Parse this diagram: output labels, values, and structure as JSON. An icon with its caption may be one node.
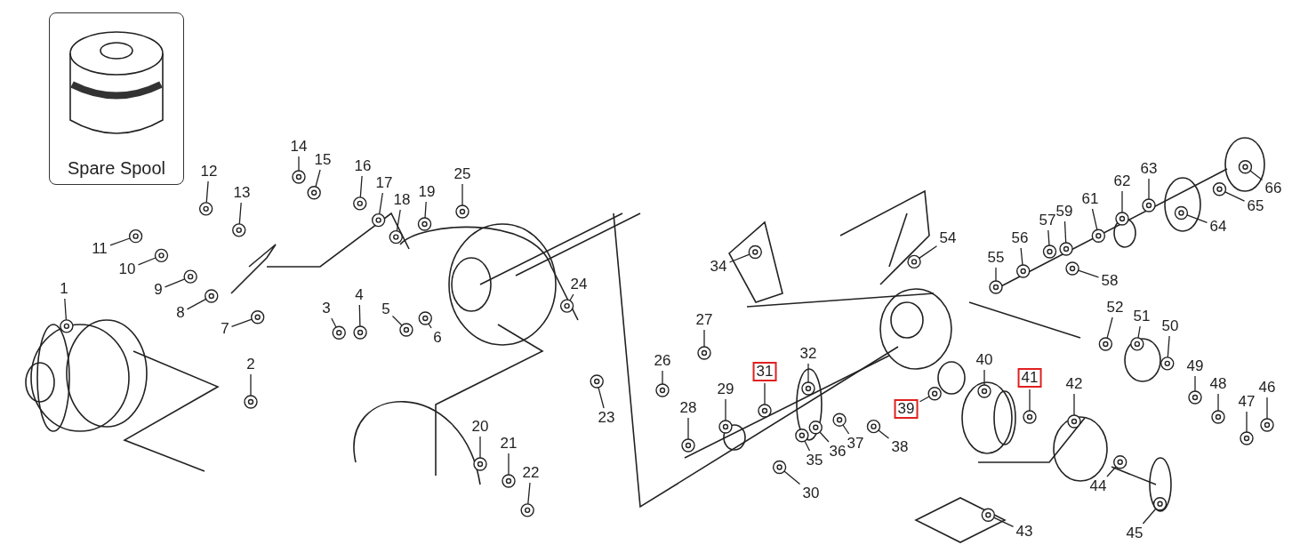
{
  "diagram": {
    "nodes": [
      {
        "text": [
          "Spare Spool"
        ]
      },
      {
        "text": [
          "1"
        ]
      },
      {
        "text": [
          "2"
        ]
      },
      {
        "text": [
          "3"
        ]
      },
      {
        "text": [
          "4"
        ]
      },
      {
        "text": [
          "5"
        ]
      },
      {
        "text": [
          "6"
        ]
      },
      {
        "text": [
          "7"
        ]
      },
      {
        "text": [
          "8"
        ]
      },
      {
        "text": [
          "9"
        ]
      },
      {
        "text": [
          "10"
        ]
      },
      {
        "text": [
          "11"
        ]
      },
      {
        "text": [
          "12"
        ]
      },
      {
        "text": [
          "13"
        ]
      },
      {
        "text": [
          "14"
        ]
      },
      {
        "text": [
          "15"
        ]
      },
      {
        "text": [
          "16"
        ]
      },
      {
        "text": [
          "17"
        ]
      },
      {
        "text": [
          "18"
        ]
      },
      {
        "text": [
          "19"
        ]
      },
      {
        "text": [
          "20"
        ]
      },
      {
        "text": [
          "21"
        ]
      },
      {
        "text": [
          "22"
        ]
      },
      {
        "text": [
          "23"
        ]
      },
      {
        "text": [
          "24"
        ]
      },
      {
        "text": [
          "25"
        ]
      },
      {
        "text": [
          "26"
        ]
      },
      {
        "text": [
          "27"
        ]
      },
      {
        "text": [
          "28"
        ]
      },
      {
        "text": [
          "29"
        ]
      },
      {
        "text": [
          "30"
        ]
      },
      {
        "text": [
          "31"
        ]
      },
      {
        "text": [
          "32"
        ]
      },
      {
        "text": [
          "34"
        ]
      },
      {
        "text": [
          "35"
        ]
      },
      {
        "text": [
          "36"
        ]
      },
      {
        "text": [
          "37"
        ]
      },
      {
        "text": [
          "38"
        ]
      },
      {
        "text": [
          "39"
        ]
      },
      {
        "text": [
          "40"
        ]
      },
      {
        "text": [
          "41"
        ]
      },
      {
        "text": [
          "42"
        ]
      },
      {
        "text": [
          "43"
        ]
      },
      {
        "text": [
          "44"
        ]
      },
      {
        "text": [
          "45"
        ]
      },
      {
        "text": [
          "46"
        ]
      },
      {
        "text": [
          "47"
        ]
      },
      {
        "text": [
          "48"
        ]
      },
      {
        "text": [
          "49"
        ]
      },
      {
        "text": [
          "50"
        ]
      },
      {
        "text": [
          "51"
        ]
      },
      {
        "text": [
          "52"
        ]
      },
      {
        "text": [
          "54"
        ]
      },
      {
        "text": [
          "55"
        ]
      },
      {
        "text": [
          "56"
        ]
      },
      {
        "text": [
          "57"
        ]
      },
      {
        "text": [
          "58"
        ]
      },
      {
        "text": [
          "59"
        ]
      },
      {
        "text": [
          "61"
        ]
      },
      {
        "text": [
          "62"
        ]
      },
      {
        "text": [
          "63"
        ]
      },
      {
        "text": [
          "64"
        ]
      },
      {
        "text": [
          "65"
        ]
      },
      {
        "text": [
          "66"
        ]
      },
      {
        "text": [],
        "shape": "picture"
      },
      {
        "text": [],
        "shape": "picture"
      },
      {
        "text": [],
        "shape": "picture"
      },
      {
        "text": [],
        "shape": "picture"
      },
      {
        "text": [],
        "shape": "picture"
      },
      {
        "text": [],
        "shape": "picture"
      },
      {
        "text": [],
        "shape": "picture"
      },
      {
        "text": [],
        "shape": "picture"
      },
      {
        "text": [],
        "shape": "picture"
      },
      {
        "text": [],
        "shape": "picture"
      },
      {
        "text": [],
        "shape": "picture"
      },
      {
        "text": [],
        "shape": "picture"
      },
      {
        "text": [],
        "shape": "picture"
      },
      {
        "text": [],
        "shape": "picture"
      },
      {
        "text": [],
        "shape": "picture"
      },
      {
        "text": [],
        "shape": "picture"
      },
      {
        "text": [],
        "shape": "picture"
      },
      {
        "text": [],
        "shape": "picture"
      },
      {
        "text": [],
        "shape": "picture"
      },
      {
        "text": [],
        "shape": "picture"
      },
      {
        "text": [],
        "shape": "picture"
      },
      {
        "text": [],
        "shape": "picture"
      },
      {
        "text": [],
        "shape": "picture"
      },
      {
        "text": [],
        "shape": "picture"
      },
      {
        "text": [],
        "shape": "picture"
      },
      {
        "text": [],
        "shape": "picture"
      },
      {
        "text": [],
        "shape": "picture"
      },
      {
        "text": [],
        "shape": "picture"
      },
      {
        "text": [],
        "shape": "picture"
      },
      {
        "text": [],
        "shape": "picture"
      },
      {
        "text": [],
        "shape": "picture"
      },
      {
        "text": [],
        "shape": "picture"
      },
      {
        "text": [],
        "shape": "picture"
      },
      {
        "text": [],
        "shape": "picture"
      },
      {
        "text": [],
        "shape": "picture"
      },
      {
        "text": [],
        "shape": "picture"
      },
      {
        "text": [],
        "shape": "picture"
      },
      {
        "text": [],
        "shape": "picture"
      },
      {
        "text": [],
        "shape": "picture"
      },
      {
        "text": [],
        "shape": "picture"
      },
      {
        "text": [],
        "shape": "picture"
      },
      {
        "text": [],
        "shape": "picture"
      },
      {
        "text": [],
        "shape": "picture"
      },
      {
        "text": [],
        "shape": "picture"
      },
      {
        "text": [],
        "shape": "picture"
      },
      {
        "text": [],
        "shape": "picture"
      },
      {
        "text": [],
        "shape": "picture"
      },
      {
        "text": [],
        "shape": "picture"
      },
      {
        "text": [],
        "shape": "picture"
      },
      {
        "text": [],
        "shape": "picture"
      },
      {
        "text": [],
        "shape": "picture"
      },
      {
        "text": [],
        "shape": "picture"
      },
      {
        "text": [],
        "shape": "picture"
      },
      {
        "text": [],
        "shape": "picture"
      },
      {
        "text": [],
        "shape": "picture"
      },
      {
        "text": [],
        "shape": "picture"
      },
      {
        "text": [],
        "shape": "picture"
      },
      {
        "text": [],
        "shape": "picture"
      },
      {
        "text": [],
        "shape": "picture"
      },
      {
        "text": [],
        "shape": "picture"
      },
      {
        "text": [],
        "shape": "picture"
      },
      {
        "text": [],
        "shape": "picture"
      },
      {
        "text": [],
        "shape": "picture"
      }
    ],
    "edges": [
      {
        "from": 1,
        "to": 64,
        "arrow": "none"
      },
      {
        "from": 2,
        "to": 65,
        "arrow": "none"
      },
      {
        "from": 3,
        "to": 66,
        "arrow": "none"
      },
      {
        "from": 4,
        "to": 67,
        "arrow": "none"
      },
      {
        "from": 5,
        "to": 68,
        "arrow": "none"
      },
      {
        "from": 6,
        "to": 69,
        "arrow": "none"
      },
      {
        "from": 7,
        "to": 70,
        "arrow": "none"
      },
      {
        "from": 8,
        "to": 71,
        "arrow": "none"
      },
      {
        "from": 9,
        "to": 72,
        "arrow": "none"
      },
      {
        "from": 10,
        "to": 73,
        "arrow": "none"
      },
      {
        "from": 11,
        "to": 74,
        "arrow": "none"
      },
      {
        "from": 12,
        "to": 75,
        "arrow": "none"
      },
      {
        "from": 13,
        "to": 76,
        "arrow": "none"
      },
      {
        "from": 14,
        "to": 77,
        "arrow": "none"
      },
      {
        "from": 15,
        "to": 78,
        "arrow": "none"
      },
      {
        "from": 16,
        "to": 79,
        "arrow": "none"
      },
      {
        "from": 17,
        "to": 80,
        "arrow": "none"
      },
      {
        "from": 18,
        "to": 81,
        "arrow": "none"
      },
      {
        "from": 19,
        "to": 82,
        "arrow": "none"
      },
      {
        "from": 20,
        "to": 83,
        "arrow": "none"
      },
      {
        "from": 21,
        "to": 84,
        "arrow": "none"
      },
      {
        "from": 22,
        "to": 85,
        "arrow": "none"
      },
      {
        "from": 23,
        "to": 86,
        "arrow": "none"
      },
      {
        "from": 24,
        "to": 87,
        "arrow": "none"
      },
      {
        "from": 25,
        "to": 88,
        "arrow": "none"
      },
      {
        "from": 26,
        "to": 89,
        "arrow": "none"
      },
      {
        "from": 27,
        "to": 90,
        "arrow": "none"
      },
      {
        "from": 28,
        "to": 91,
        "arrow": "none"
      },
      {
        "from": 29,
        "to": 92,
        "arrow": "none"
      },
      {
        "from": 30,
        "to": 93,
        "arrow": "none"
      },
      {
        "from": 31,
        "to": 94,
        "arrow": "none"
      },
      {
        "from": 32,
        "to": 95,
        "arrow": "none"
      },
      {
        "from": 33,
        "to": 96,
        "arrow": "none"
      },
      {
        "from": 34,
        "to": 97,
        "arrow": "none"
      },
      {
        "from": 35,
        "to": 98,
        "arrow": "none"
      },
      {
        "from": 36,
        "to": 99,
        "arrow": "none"
      },
      {
        "from": 37,
        "to": 100,
        "arrow": "none"
      },
      {
        "from": 38,
        "to": 101,
        "arrow": "none"
      },
      {
        "from": 39,
        "to": 102,
        "arrow": "none"
      },
      {
        "from": 40,
        "to": 103,
        "arrow": "none"
      },
      {
        "from": 41,
        "to": 104,
        "arrow": "none"
      },
      {
        "from": 42,
        "to": 105,
        "arrow": "none"
      },
      {
        "from": 43,
        "to": 106,
        "arrow": "none"
      },
      {
        "from": 44,
        "to": 107,
        "arrow": "none"
      },
      {
        "from": 45,
        "to": 108,
        "arrow": "none"
      },
      {
        "from": 46,
        "to": 109,
        "arrow": "none"
      },
      {
        "from": 47,
        "to": 110,
        "arrow": "none"
      },
      {
        "from": 48,
        "to": 111,
        "arrow": "none"
      },
      {
        "from": 49,
        "to": 112,
        "arrow": "none"
      },
      {
        "from": 50,
        "to": 113,
        "arrow": "none"
      },
      {
        "from": 51,
        "to": 114,
        "arrow": "none"
      },
      {
        "from": 52,
        "to": 115,
        "arrow": "none"
      },
      {
        "from": 53,
        "to": 116,
        "arrow": "none"
      },
      {
        "from": 54,
        "to": 117,
        "arrow": "none"
      },
      {
        "from": 55,
        "to": 118,
        "arrow": "none"
      },
      {
        "from": 56,
        "to": 119,
        "arrow": "none"
      },
      {
        "from": 57,
        "to": 120,
        "arrow": "none"
      },
      {
        "from": 58,
        "to": 121,
        "arrow": "none"
      },
      {
        "from": 59,
        "to": 122,
        "arrow": "none"
      },
      {
        "from": 60,
        "to": 123,
        "arrow": "none"
      },
      {
        "from": 61,
        "to": 124,
        "arrow": "none"
      },
      {
        "from": 62,
        "to": 125,
        "arrow": "none"
      },
      {
        "from": 63,
        "to": 126,
        "arrow": "none"
      }
    ]
  }
}
